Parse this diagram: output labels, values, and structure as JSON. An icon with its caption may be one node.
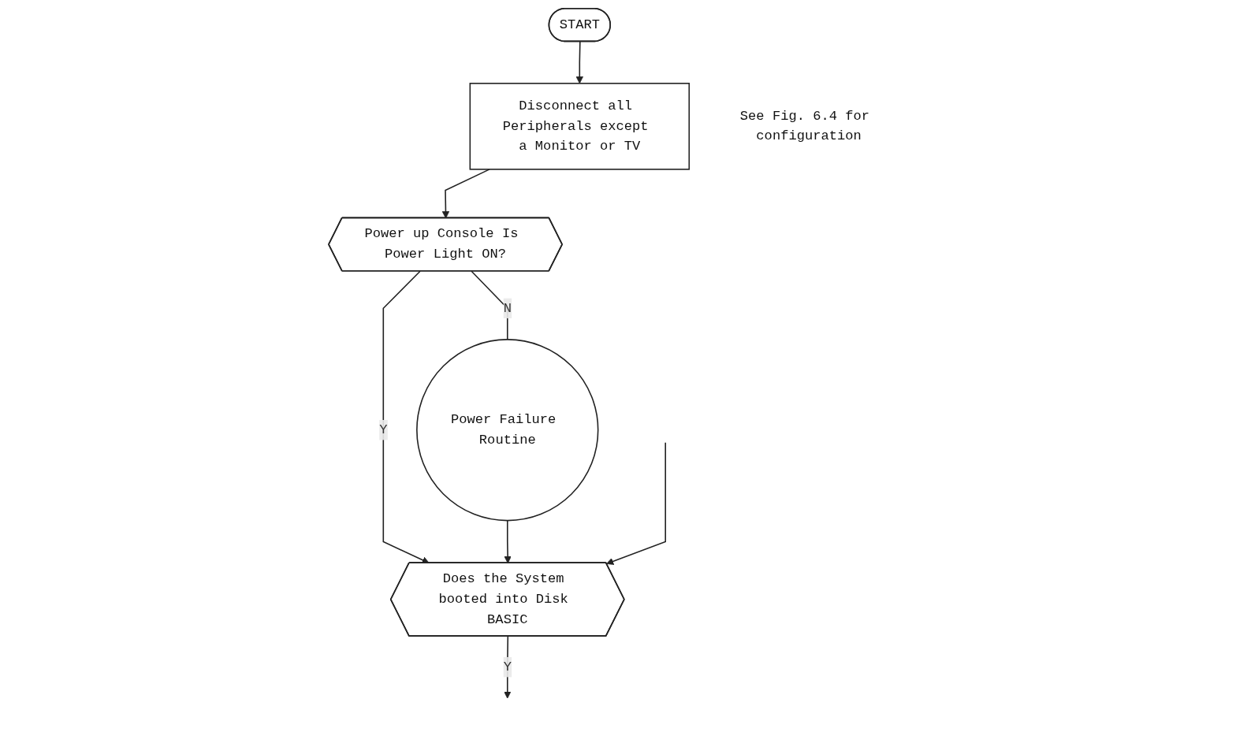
{
  "diagram": {
    "nodes": [
      {
        "text": [
          "START"
        ]
      },
      {
        "text": [
          "Disconnect all Peripherals except a Monitor or TV"
        ],
        "beside": [
          "See Fig. 6.4 for configuration"
        ]
      },
      {
        "text": [
          "Power up Console Is Power Light ON?"
        ]
      },
      {
        "text": [
          "Power Failure Routine"
        ]
      },
      {
        "text": [
          "Does the System booted into Disk BASIC"
        ]
      }
    ],
    "edges": [
      {
        "from": 0,
        "to": 1,
        "arrow": "to"
      },
      {
        "from": 1,
        "to": 2,
        "arrow": "to"
      },
      {
        "from": 2,
        "to": 3,
        "label": "N",
        "arrow": "none"
      },
      {
        "from": 2,
        "to": 4,
        "label": "Y",
        "arrow": "to"
      },
      {
        "from": 3,
        "to": 4,
        "arrow": "to"
      },
      {
        "from": null,
        "to": 4,
        "arrow": "to"
      },
      {
        "from": 4,
        "to": null,
        "label": "Y",
        "arrow": "to"
      }
    ]
  }
}
